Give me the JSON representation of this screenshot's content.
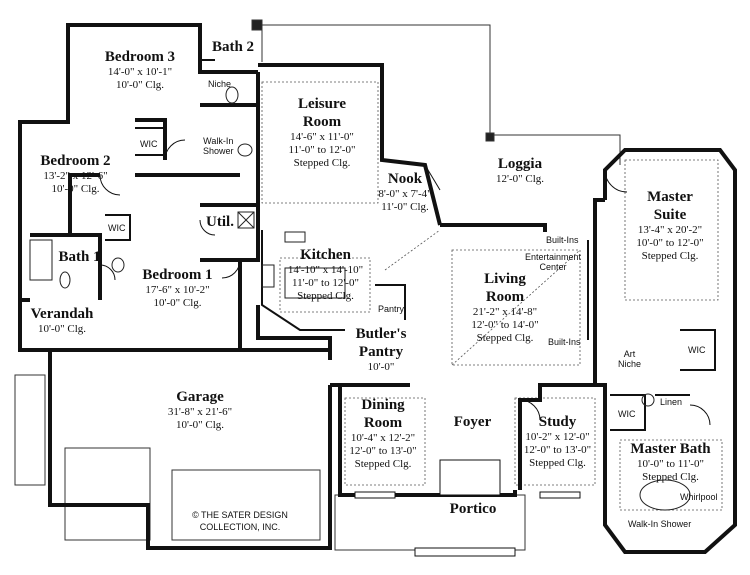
{
  "rooms": {
    "bedroom3": {
      "name": "Bedroom 3",
      "dim": "14'-0\" x 10'-1\"",
      "clg": "10'-0\" Clg."
    },
    "bath2": {
      "name": "Bath 2"
    },
    "leisure": {
      "name1": "Leisure",
      "name2": "Room",
      "dim": "14'-6\" x 11'-0\"",
      "clg": "11'-0\" to 12'-0\"",
      "clg2": "Stepped Clg."
    },
    "bedroom2": {
      "name": "Bedroom 2",
      "dim": "13'-2\" x 12'-6\"",
      "clg": "10'-0\" Clg."
    },
    "nook": {
      "name": "Nook",
      "dim": "8'-0\" x 7'-4\"",
      "clg": "11'-0\" Clg."
    },
    "loggia": {
      "name": "Loggia",
      "clg": "12'-0\" Clg."
    },
    "master_suite": {
      "name1": "Master",
      "name2": "Suite",
      "dim": "13'-4\" x 20'-2\"",
      "clg": "10'-0\" to 12'-0\"",
      "clg2": "Stepped Clg."
    },
    "util": {
      "name": "Util."
    },
    "kitchen": {
      "name": "Kitchen",
      "dim": "14'-10\" x 14'-10\"",
      "clg": "11'-0\" to 12'-0\"",
      "clg2": "Stepped Clg."
    },
    "bath1": {
      "name": "Bath 1"
    },
    "bedroom1": {
      "name": "Bedroom 1",
      "dim": "17'-6\" x 10'-2\"",
      "clg": "10'-0\" Clg."
    },
    "living": {
      "name1": "Living",
      "name2": "Room",
      "dim": "21'-2\" x 14'-8\"",
      "clg": "12'-0\" to 14'-0\"",
      "clg2": "Stepped Clg."
    },
    "verandah": {
      "name": "Verandah",
      "clg": "10'-0\" Clg."
    },
    "butlers": {
      "name1": "Butler's",
      "name2": "Pantry",
      "clg": "10'-0\""
    },
    "garage": {
      "name": "Garage",
      "dim": "31'-8\" x 21'-6\"",
      "clg": "10'-0\" Clg."
    },
    "dining": {
      "name1": "Dining",
      "name2": "Room",
      "dim": "10'-4\" x 12'-2\"",
      "clg": "12'-0\" to 13'-0\"",
      "clg2": "Stepped Clg."
    },
    "foyer": {
      "name": "Foyer"
    },
    "study": {
      "name": "Study",
      "dim": "10'-2\" x 12'-0\"",
      "clg": "12'-0\" to 13'-0\"",
      "clg2": "Stepped Clg."
    },
    "master_bath": {
      "name": "Master Bath",
      "dim": "10'-0\" to 11'-0\"",
      "clg": "Stepped Clg."
    },
    "portico": {
      "name": "Portico"
    }
  },
  "labels": {
    "niche": "Niche",
    "walkin1": "Walk-In",
    "walkin2": "Shower",
    "wic": "WIC",
    "builtins": "Built-Ins",
    "entertainment1": "Entertainment",
    "entertainment2": "Center",
    "pantry": "Pantry",
    "art1": "Art",
    "art2": "Niche",
    "linen": "Linen",
    "whirlpool": "Whirlpool",
    "walkin_shower": "Walk-In Shower"
  },
  "copyright": {
    "line1": "© THE SATER DESIGN",
    "line2": "COLLECTION, INC."
  }
}
